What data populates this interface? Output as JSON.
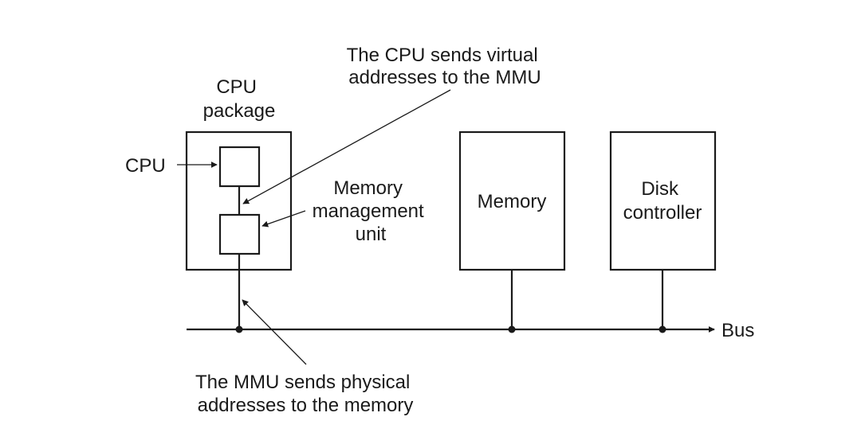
{
  "labels": {
    "cpu_package": [
      "CPU",
      "package"
    ],
    "cpu": "CPU",
    "mmu": [
      "Memory",
      "management",
      "unit"
    ],
    "memory": "Memory",
    "disk_controller": [
      "Disk",
      "controller"
    ],
    "bus": "Bus",
    "virtual_note": [
      "The CPU sends virtual",
      "addresses to the MMU"
    ],
    "physical_note": [
      "The MMU sends physical",
      "addresses to the memory"
    ]
  },
  "colors": {
    "ink": "#1a1a1a",
    "background": "#ffffff"
  }
}
